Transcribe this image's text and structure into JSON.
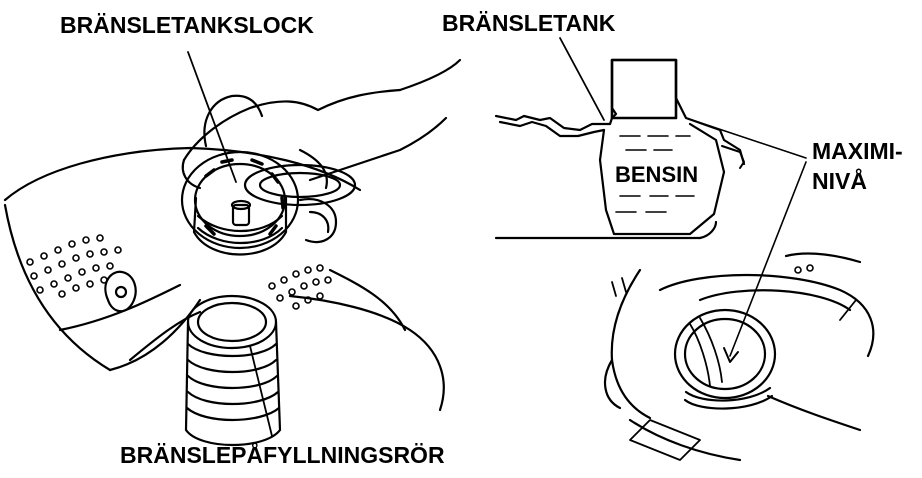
{
  "labels": {
    "fuel_cap": "BRÄNSLETANKSLOCK",
    "fuel_tank": "BRÄNSLETANK",
    "petrol": "BENSIN",
    "max_level_line1": "MAXIMI-",
    "max_level_line2": "NIVÅ",
    "filler_neck": "BRÄNSLEPÅFYLLNINGSRÖR"
  },
  "colors": {
    "ink": "#000000",
    "paper": "#ffffff"
  }
}
